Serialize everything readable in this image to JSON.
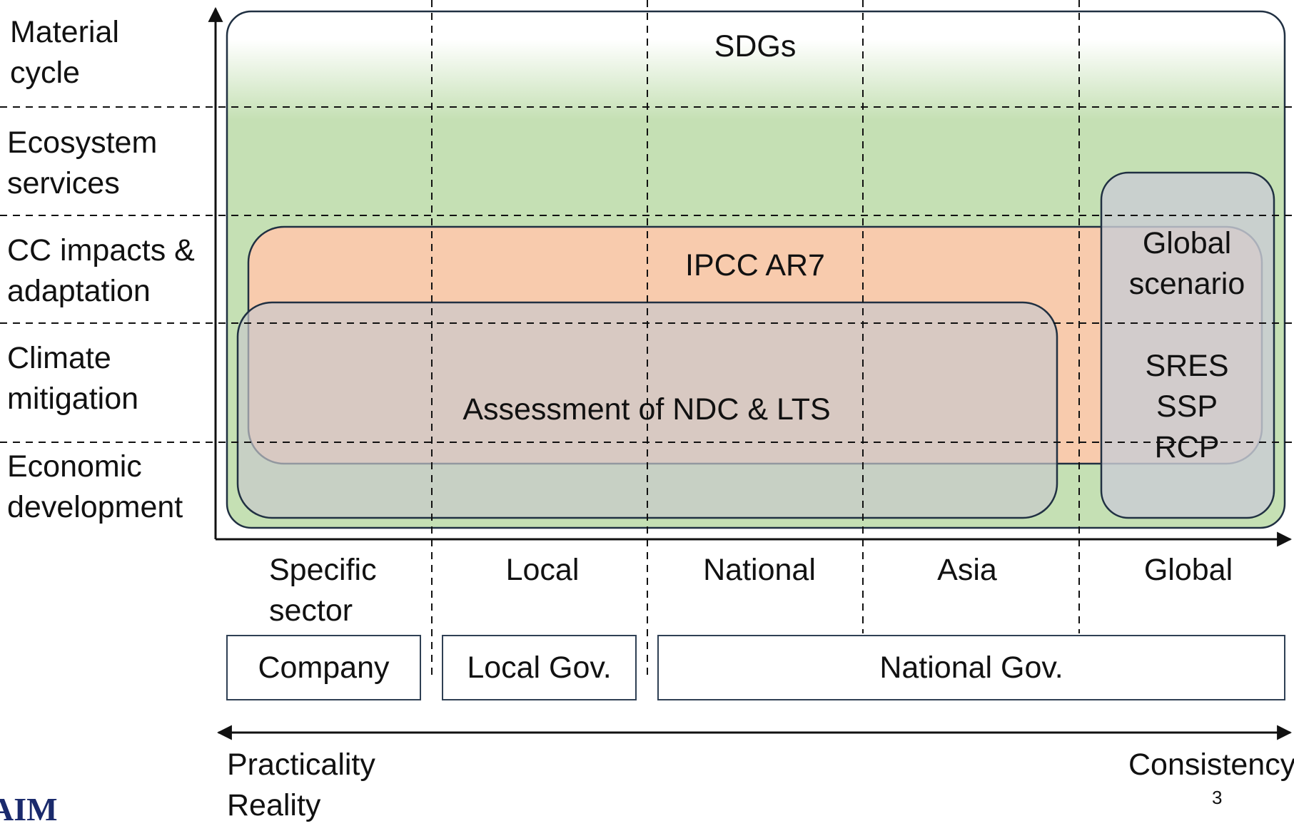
{
  "rows": [
    {
      "line1": "Material",
      "line2": "cycle"
    },
    {
      "line1": "Ecosystem",
      "line2": "services"
    },
    {
      "line1": "CC impacts &",
      "line2": "adaptation"
    },
    {
      "line1": "Climate",
      "line2": "mitigation"
    },
    {
      "line1": "Economic",
      "line2": "development"
    }
  ],
  "columns": [
    {
      "line1": "Specific",
      "line2": "sector"
    },
    {
      "line1": "Local"
    },
    {
      "line1": "National"
    },
    {
      "line1": "Asia"
    },
    {
      "line1": "Global"
    }
  ],
  "boxes": {
    "sdgs": "SDGs",
    "ipcc": "IPCC AR7",
    "ndc": "Assessment of NDC & LTS",
    "global_line1": "Global",
    "global_line2": "scenario",
    "global_items": [
      "SRES",
      "SSP",
      "RCP"
    ]
  },
  "actors": [
    "Company",
    "Local Gov.",
    "National Gov."
  ],
  "axis": {
    "left_line1": "Practicality",
    "left_line2": "Reality",
    "right": "Consistency"
  },
  "logo": "AIM",
  "page_number": "3",
  "colors": {
    "green": "#c5e0b4",
    "orange": "#f8cbad",
    "gray": "#c9ccd3",
    "border": "#203042"
  }
}
